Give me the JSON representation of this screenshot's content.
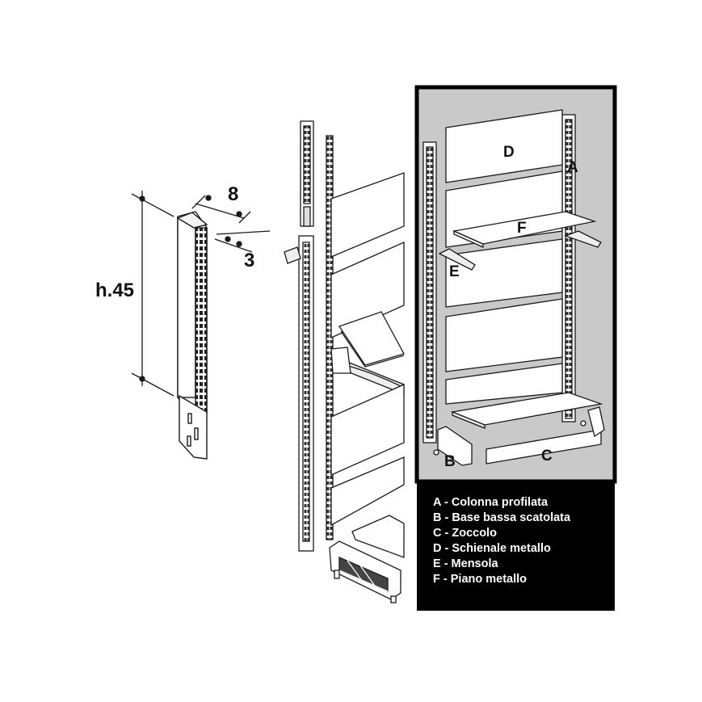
{
  "dimensions": {
    "width": "8",
    "depth": "3",
    "height": "h.45"
  },
  "parts": {
    "A": "A",
    "B": "B",
    "C": "C",
    "D": "D",
    "E": "E",
    "F": "F"
  },
  "legend": [
    "A - Colonna profilata",
    "B - Base bassa scatolata",
    "C - Zoccolo",
    "D - Schienale metallo",
    "E - Mensola",
    "F - Piano metallo"
  ],
  "colors": {
    "panel_bg": "#c9c9c9",
    "legend_bg": "#000000",
    "line": "#1a1a1a"
  }
}
